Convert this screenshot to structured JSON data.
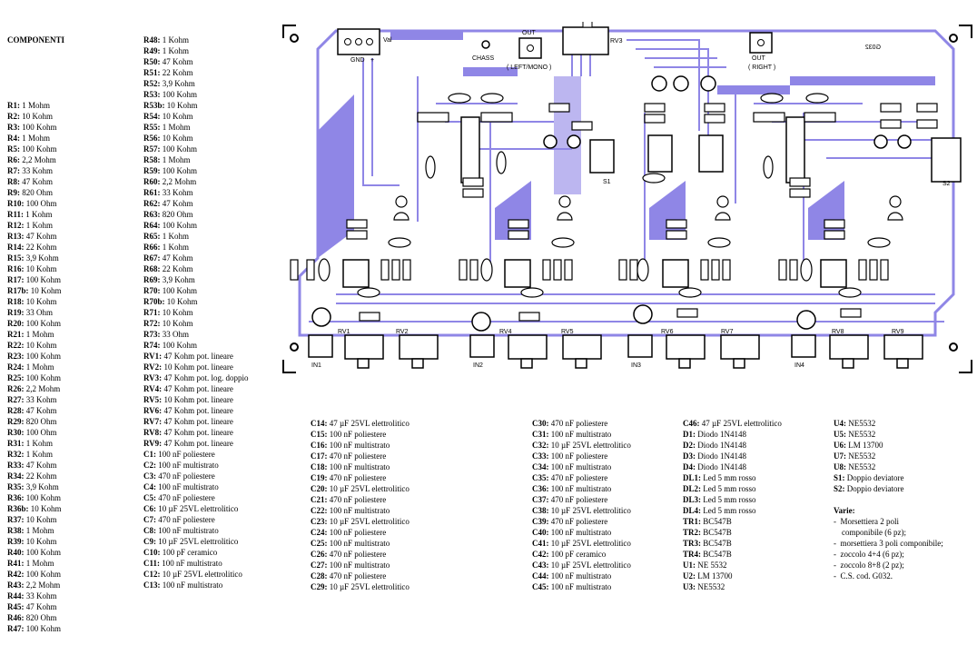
{
  "title": "COMPONENTI",
  "col1": [
    [
      "R1:",
      " 1 Mohm"
    ],
    [
      "R2:",
      " 10 Kohm"
    ],
    [
      "R3:",
      " 100 Kohm"
    ],
    [
      "R4:",
      " 1 Mohm"
    ],
    [
      "R5:",
      " 100 Kohm"
    ],
    [
      "R6:",
      " 2,2 Mohm"
    ],
    [
      "R7:",
      " 33 Kohm"
    ],
    [
      "R8:",
      " 47 Kohm"
    ],
    [
      "R9:",
      " 820 Ohm"
    ],
    [
      "R10:",
      " 100 Ohm"
    ],
    [
      "R11:",
      " 1 Kohm"
    ],
    [
      "R12:",
      " 1 Kohm"
    ],
    [
      "R13:",
      " 47 Kohm"
    ],
    [
      "R14:",
      " 22 Kohm"
    ],
    [
      "R15:",
      " 3,9 Kohm"
    ],
    [
      "R16:",
      " 10 Kohm"
    ],
    [
      "R17:",
      " 100 Kohm"
    ],
    [
      "R17b:",
      " 10 Kohm"
    ],
    [
      "R18:",
      " 10 Kohm"
    ],
    [
      "R19:",
      " 33 Ohm"
    ],
    [
      "R20:",
      " 100 Kohm"
    ],
    [
      "R21:",
      " 1 Mohm"
    ],
    [
      "R22:",
      " 10 Kohm"
    ],
    [
      "R23:",
      " 100 Kohm"
    ],
    [
      "R24:",
      " 1 Mohm"
    ],
    [
      "R25:",
      " 100 Kohm"
    ],
    [
      "R26:",
      " 2,2 Mohm"
    ],
    [
      "R27:",
      " 33 Kohm"
    ],
    [
      "R28:",
      " 47 Kohm"
    ],
    [
      "R29:",
      " 820 Ohm"
    ],
    [
      "R30:",
      " 100 Ohm"
    ],
    [
      "R31:",
      " 1 Kohm"
    ],
    [
      "R32:",
      " 1 Kohm"
    ],
    [
      "R33:",
      " 47 Kohm"
    ],
    [
      "R34:",
      " 22 Kohm"
    ],
    [
      "R35:",
      " 3,9 Kohm"
    ],
    [
      "R36:",
      " 100 Kohm"
    ],
    [
      "R36b:",
      " 10 Kohm"
    ],
    [
      "R37:",
      " 10 Kohm"
    ],
    [
      "R38:",
      " 1 Mohm"
    ],
    [
      "R39:",
      " 10 Kohm"
    ],
    [
      "R40:",
      " 100 Kohm"
    ],
    [
      "R41:",
      " 1 Mohm"
    ],
    [
      "R42:",
      " 100 Kohm"
    ],
    [
      "R43:",
      " 2,2 Mohm"
    ],
    [
      "R44:",
      " 33 Kohm"
    ],
    [
      "R45:",
      " 47 Kohm"
    ],
    [
      "R46:",
      " 820 Ohm"
    ],
    [
      "R47:",
      " 100 Kohm"
    ]
  ],
  "col2": [
    [
      "R48:",
      " 1 Kohm"
    ],
    [
      "R49:",
      " 1 Kohm"
    ],
    [
      "R50:",
      " 47 Kohm"
    ],
    [
      "R51:",
      " 22 Kohm"
    ],
    [
      "R52:",
      " 3,9 Kohm"
    ],
    [
      "R53:",
      " 100 Kohm"
    ],
    [
      "R53b:",
      " 10 Kohm"
    ],
    [
      "R54:",
      " 10 Kohm"
    ],
    [
      "R55:",
      " 1 Mohm"
    ],
    [
      "R56:",
      " 10 Kohm"
    ],
    [
      "R57:",
      " 100 Kohm"
    ],
    [
      "R58:",
      " 1 Mohm"
    ],
    [
      "R59:",
      " 100 Kohm"
    ],
    [
      "R60:",
      " 2,2 Mohm"
    ],
    [
      "R61:",
      " 33 Kohm"
    ],
    [
      "R62:",
      " 47 Kohm"
    ],
    [
      "R63:",
      " 820 Ohm"
    ],
    [
      "R64:",
      " 100 Kohm"
    ],
    [
      "R65:",
      " 1 Kohm"
    ],
    [
      "R66:",
      " 1 Kohm"
    ],
    [
      "R67:",
      " 47 Kohm"
    ],
    [
      "R68:",
      " 22 Kohm"
    ],
    [
      "R69:",
      " 3,9 Kohm"
    ],
    [
      "R70:",
      " 100 Kohm"
    ],
    [
      "R70b:",
      " 10 Kohm"
    ],
    [
      "R71:",
      " 10 Kohm"
    ],
    [
      "R72:",
      " 10 Kohm"
    ],
    [
      "R73:",
      " 33 Ohm"
    ],
    [
      "R74:",
      " 100 Kohm"
    ],
    [
      "RV1:",
      " 47 Kohm pot. lineare"
    ],
    [
      "RV2:",
      " 10 Kohm pot. lineare"
    ],
    [
      "RV3:",
      " 47 Kohm pot. log. doppio"
    ],
    [
      "RV4:",
      " 47 Kohm pot. lineare"
    ],
    [
      "RV5:",
      " 10 Kohm pot. lineare"
    ],
    [
      "RV6:",
      " 47 Kohm pot. lineare"
    ],
    [
      "RV7:",
      " 47 Kohm pot. lineare"
    ],
    [
      "RV8:",
      " 47 Kohm pot. lineare"
    ],
    [
      "RV9:",
      " 47 Kohm pot. lineare"
    ],
    [
      "C1:",
      " 100 nF poliestere"
    ],
    [
      "C2:",
      " 100 nF multistrato"
    ],
    [
      "C3:",
      " 470 nF poliestere"
    ],
    [
      "C4:",
      " 100 nF multistrato"
    ],
    [
      "C5:",
      " 470 nF poliestere"
    ],
    [
      "C6:",
      " 10 µF 25VL elettrolitico"
    ],
    [
      "C7:",
      " 470 nF poliestere"
    ],
    [
      "C8:",
      " 100 nF multistrato"
    ],
    [
      "C9:",
      " 10 µF 25VL elettrolitico"
    ],
    [
      "C10:",
      " 100 pF ceramico"
    ],
    [
      "C11:",
      " 100 nF multistrato"
    ],
    [
      "C12:",
      " 10 µF 25VL elettrolitico"
    ],
    [
      "C13:",
      " 100 nF multistrato"
    ]
  ],
  "col3": [
    [
      "C14:",
      " 47 µF 25VL elettrolitico"
    ],
    [
      "C15:",
      " 100 nF poliestere"
    ],
    [
      "C16:",
      " 100 nF multistrato"
    ],
    [
      "C17:",
      " 470 nF poliestere"
    ],
    [
      "C18:",
      " 100 nF multistrato"
    ],
    [
      "C19:",
      " 470 nF poliestere"
    ],
    [
      "C20:",
      " 10 µF 25VL elettrolitico"
    ],
    [
      "C21:",
      " 470 nF poliestere"
    ],
    [
      "C22:",
      " 100 nF multistrato"
    ],
    [
      "C23:",
      " 10 µF 25VL elettrolitico"
    ],
    [
      "C24:",
      " 100 nF poliestere"
    ],
    [
      "C25:",
      " 100 nF multistrato"
    ],
    [
      "C26:",
      " 470 nF poliestere"
    ],
    [
      "C27:",
      " 100 nF multistrato"
    ],
    [
      "C28:",
      " 470 nF poliestere"
    ],
    [
      "C29:",
      " 10 µF 25VL elettrolitico"
    ]
  ],
  "col4": [
    [
      "C30:",
      " 470 nF poliestere"
    ],
    [
      "C31:",
      " 100 nF multistrato"
    ],
    [
      "C32:",
      " 10 µF 25VL elettrolitico"
    ],
    [
      "C33:",
      " 100 nF poliestere"
    ],
    [
      "C34:",
      " 100 nF multistrato"
    ],
    [
      "C35:",
      " 470 nF poliestere"
    ],
    [
      "C36:",
      " 100 nF multistrato"
    ],
    [
      "C37:",
      " 470 nF poliestere"
    ],
    [
      "C38:",
      " 10 µF 25VL elettrolitico"
    ],
    [
      "C39:",
      " 470 nF poliestere"
    ],
    [
      "C40:",
      " 100 nF multistrato"
    ],
    [
      "C41:",
      " 10 µF 25VL elettrolitico"
    ],
    [
      "C42:",
      " 100 pF ceramico"
    ],
    [
      "C43:",
      " 10 µF 25VL elettrolitico"
    ],
    [
      "C44:",
      " 100 nF multistrato"
    ],
    [
      "C45:",
      " 100 nF multistrato"
    ]
  ],
  "col5": [
    [
      "C46:",
      " 47 µF 25VL elettrolitico"
    ],
    [
      "D1:",
      " Diodo 1N4148"
    ],
    [
      "D2:",
      " Diodo 1N4148"
    ],
    [
      "D3:",
      " Diodo 1N4148"
    ],
    [
      "D4:",
      " Diodo 1N4148"
    ],
    [
      "DL1:",
      " Led 5 mm rosso"
    ],
    [
      "DL2:",
      " Led 5 mm rosso"
    ],
    [
      "DL3:",
      " Led 5 mm rosso"
    ],
    [
      "DL4:",
      " Led 5 mm rosso"
    ],
    [
      "TR1:",
      " BC547B"
    ],
    [
      "TR2:",
      " BC547B"
    ],
    [
      "TR3:",
      " BC547B"
    ],
    [
      "TR4:",
      " BC547B"
    ],
    [
      "U1:",
      " NE 5532"
    ],
    [
      "U2:",
      " LM 13700"
    ],
    [
      "U3:",
      " NE5532"
    ]
  ],
  "col6": [
    [
      "U4:",
      " NE5532"
    ],
    [
      "U5:",
      " NE5532"
    ],
    [
      "U6:",
      " LM 13700"
    ],
    [
      "U7:",
      " NE5532"
    ],
    [
      "U8:",
      " NE5532"
    ],
    [
      "S1:",
      " Doppio deviatore"
    ],
    [
      "S2:",
      " Doppio deviatore"
    ],
    [
      "",
      ""
    ],
    [
      "Varie:",
      ""
    ],
    [
      "",
      "-  Morsettiera 2 poli"
    ],
    [
      "",
      "    componibile (6 pz);"
    ],
    [
      "",
      "-  morsettiera 3 poli componibile;"
    ],
    [
      "",
      "-  zoccolo 4+4 (6 pz);"
    ],
    [
      "",
      "-  zoccolo 8+8 (2 pz);"
    ],
    [
      "",
      "-  C.S. cod. G032."
    ]
  ],
  "board_labels": {
    "gnd": "GND",
    "val": "Val",
    "plus": "+",
    "chass": "CHASS",
    "out_l": "OUT",
    "out_l2": "( LEFT/MONO )",
    "rv3": "RV3",
    "out_r": "OUT",
    "out_r2": "( RIGHT )",
    "code": "G032",
    "s1": "S1",
    "s2": "S2",
    "in1": "IN1",
    "in2": "IN2",
    "in3": "IN3",
    "in4": "IN4",
    "rv1": "RV1",
    "rv2": "RV2",
    "rv4": "RV4",
    "rv5": "RV5",
    "rv6": "RV6",
    "rv7": "RV7",
    "rv8": "RV8",
    "rv9": "RV9"
  },
  "colors": {
    "copper": "#8f86e6",
    "ink": "#000000",
    "paper": "#ffffff"
  }
}
